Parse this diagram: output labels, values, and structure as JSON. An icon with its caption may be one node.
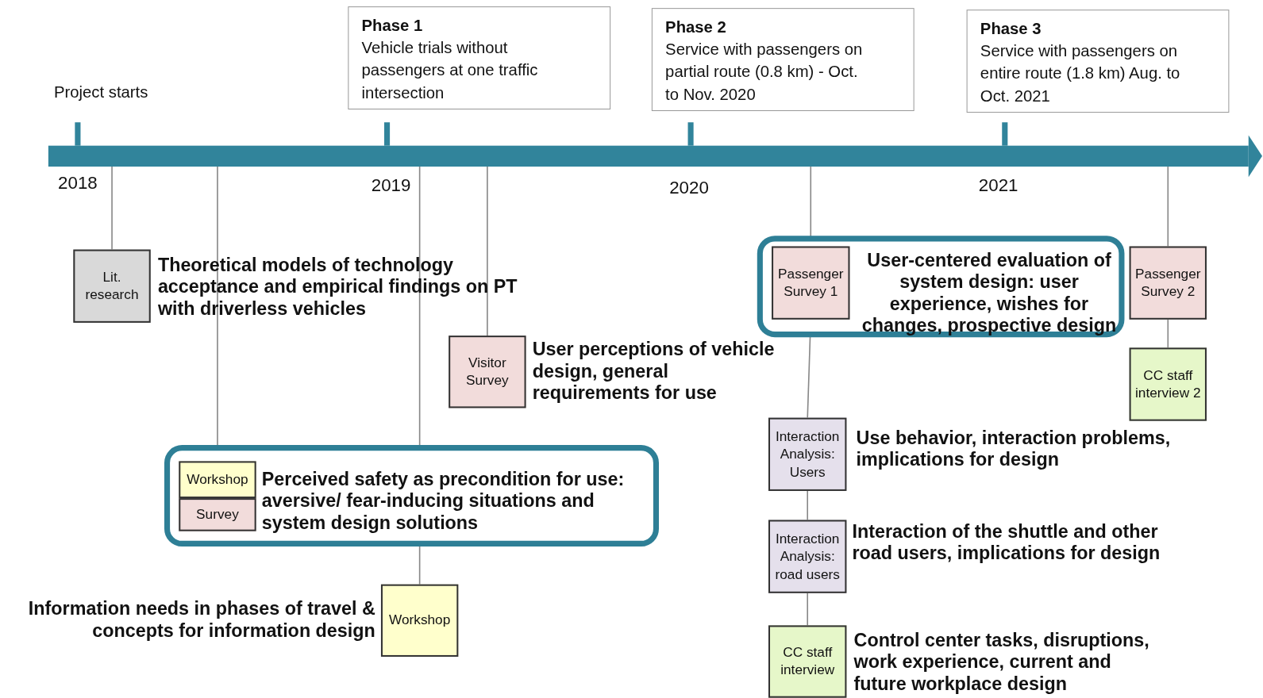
{
  "diagram": {
    "nodes": [
      {
        "text": [
          "Phase 1",
          "Vehicle trials without passengers at one traffic intersection"
        ]
      },
      {
        "text": [
          "Phase 2",
          "Service with passengers on partial route (0.8 km) - Oct. to Nov. 2020"
        ]
      },
      {
        "text": [
          "Phase 3",
          "Service with passengers on entire route (1.8 km) Aug. to Oct. 2021"
        ]
      },
      {
        "text": [
          "Lit. research"
        ],
        "beside": [
          "Theoretical models of technology acceptance and empirical findings on PT with driverless vehicles"
        ]
      },
      {
        "text": [
          "User-centered evaluation of system design: user experience, wishes for changes, prospective design"
        ]
      },
      {
        "text": [
          "Passenger Survey 1"
        ],
        "in": 4
      },
      {
        "text": [
          "Passenger Survey 2"
        ]
      },
      {
        "text": [
          "Visitor Survey"
        ],
        "beside": [
          "User perceptions of vehicle design, general requirements for use"
        ]
      },
      {
        "text": [
          "CC staff interview 2"
        ]
      },
      {
        "text": [
          "Interaction Analysis: Users"
        ],
        "beside": [
          "Use behavior, interaction problems, implications for design"
        ]
      },
      {
        "text": [
          "Perceived safety as precondition for use: aversive/ fear-inducing situations and system design solutions"
        ]
      },
      {
        "text": [
          "Workshop"
        ],
        "in": 10
      },
      {
        "text": [
          "Survey"
        ],
        "in": 10
      },
      {
        "text": [
          "Interaction Analysis: road users"
        ],
        "beside": [
          "Interaction of the shuttle and other road users, implications for design"
        ]
      },
      {
        "text": [
          "Workshop"
        ],
        "beside": [
          "Information needs in phases of travel & concepts for information design"
        ]
      },
      {
        "text": [
          "CC staff interview"
        ],
        "beside": [
          "Control center tasks, disruptions, work experience, current and future workplace design"
        ]
      }
    ],
    "edges": [
      {
        "from": null,
        "to": 3,
        "arrow": "none"
      },
      {
        "from": null,
        "to": 11,
        "arrow": "none"
      },
      {
        "from": null,
        "to": 14,
        "arrow": "none"
      },
      {
        "from": null,
        "to": 7,
        "arrow": "none"
      },
      {
        "from": null,
        "to": 5,
        "arrow": "none"
      },
      {
        "from": 5,
        "to": 9,
        "arrow": "none"
      },
      {
        "from": 9,
        "to": 13,
        "arrow": "none"
      },
      {
        "from": 13,
        "to": 15,
        "arrow": "none"
      },
      {
        "from": null,
        "to": 6,
        "arrow": "none"
      },
      {
        "from": 6,
        "to": 8,
        "arrow": "none"
      }
    ],
    "labels": [
      "Project starts",
      "2018",
      "2019",
      "2020",
      "2021"
    ]
  }
}
